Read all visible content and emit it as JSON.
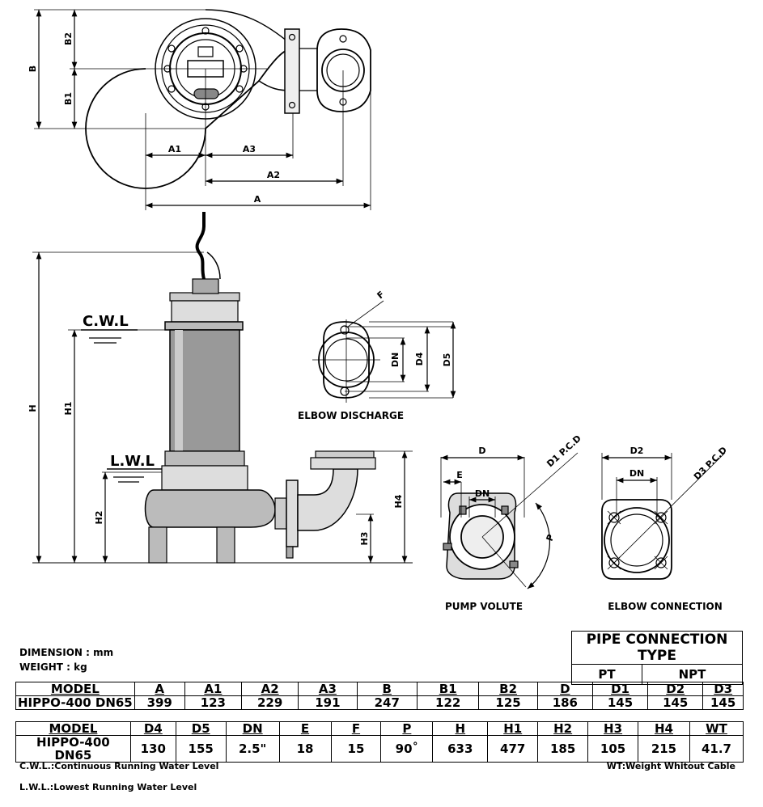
{
  "top_view": {
    "dims": {
      "A": "A",
      "A1": "A1",
      "A2": "A2",
      "A3": "A3",
      "B": "B",
      "B1": "B1",
      "B2": "B2"
    }
  },
  "side_view": {
    "dims": {
      "H": "H",
      "H1": "H1",
      "H2": "H2",
      "H3": "H3",
      "H4": "H4"
    },
    "cwl": "C.W.L",
    "lwl": "L.W.L"
  },
  "elbow_discharge": {
    "caption": "ELBOW DISCHARGE",
    "dims": {
      "F": "F",
      "DN": "DN",
      "D4": "D4",
      "D5": "D5"
    }
  },
  "pump_volute": {
    "caption": "PUMP VOLUTE",
    "dims": {
      "D": "D",
      "E": "E",
      "DN": "DN",
      "D1": "D1 P.C.D",
      "P": "P"
    }
  },
  "elbow_connection": {
    "caption": "ELBOW CONNECTION",
    "dims": {
      "D2": "D2",
      "DN": "DN",
      "D3": "D3 P.C.D"
    }
  },
  "units": {
    "dimension": "DIMENSION : mm",
    "weight": "WEIGHT : kg"
  },
  "pipe_connection": {
    "title": "PIPE CONNECTION TYPE",
    "options": [
      "PT",
      "NPT"
    ]
  },
  "table1": {
    "headers": [
      "MODEL",
      "A",
      "A1",
      "A2",
      "A3",
      "B",
      "B1",
      "B2",
      "D",
      "D1",
      "D2",
      "D3"
    ],
    "row": [
      "HIPPO-400 DN65",
      "399",
      "123",
      "229",
      "191",
      "247",
      "122",
      "125",
      "186",
      "145",
      "145",
      "145"
    ]
  },
  "table2": {
    "headers": [
      "MODEL",
      "D4",
      "D5",
      "DN",
      "E",
      "F",
      "P",
      "H",
      "H1",
      "H2",
      "H3",
      "H4",
      "WT"
    ],
    "row": [
      "HIPPO-400 DN65",
      "130",
      "155",
      "2.5\"",
      "18",
      "15",
      "90˚",
      "633",
      "477",
      "185",
      "105",
      "215",
      "41.7"
    ]
  },
  "notes": {
    "cwl": "C.W.L.:Continuous Running Water Level",
    "lwl": "L.W.L.:Lowest Running Water Level",
    "wt": "WT:Weight Whitout Cable"
  }
}
